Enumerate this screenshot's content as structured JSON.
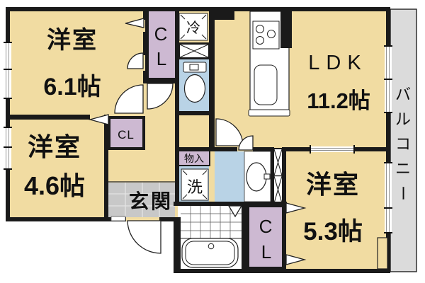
{
  "plan_type": "apartment-floor-plan",
  "labels": {
    "room_tl_name": "洋室",
    "room_tl_size": "6.1帖",
    "room_bl_name": "洋室",
    "room_bl_size": "4.6帖",
    "room_br_name": "洋室",
    "room_br_size": "5.3帖",
    "ldk_name": "LDK",
    "ldk_size": "11.2帖",
    "entrance": "玄関",
    "closet_top_c": "C",
    "closet_top_l": "L",
    "closet_small": "CL",
    "closet_br_c": "C",
    "closet_br_l": "L",
    "fridge": "冷",
    "storage": "物入",
    "washer": "洗",
    "balcony_chars": [
      "バ",
      "ル",
      "コ",
      "ニ",
      "ー"
    ]
  },
  "colors": {
    "floor": "#F1DCA2",
    "closet": "#CDB9D2",
    "wet": "#B9D3E6",
    "balcony": "#DBDBDB",
    "tile": "#C8C8C8",
    "wall": "#1A1A1A",
    "bath": "#FFFFFF"
  },
  "icons": {
    "fridge_box": "refrigerator-space",
    "washer_box": "washing-machine-space",
    "toilet": "toilet",
    "bathtub": "bathtub",
    "washbasin": "washbasin",
    "stove": "stove-3-burners",
    "kitchen_sink": "kitchen-sink"
  }
}
